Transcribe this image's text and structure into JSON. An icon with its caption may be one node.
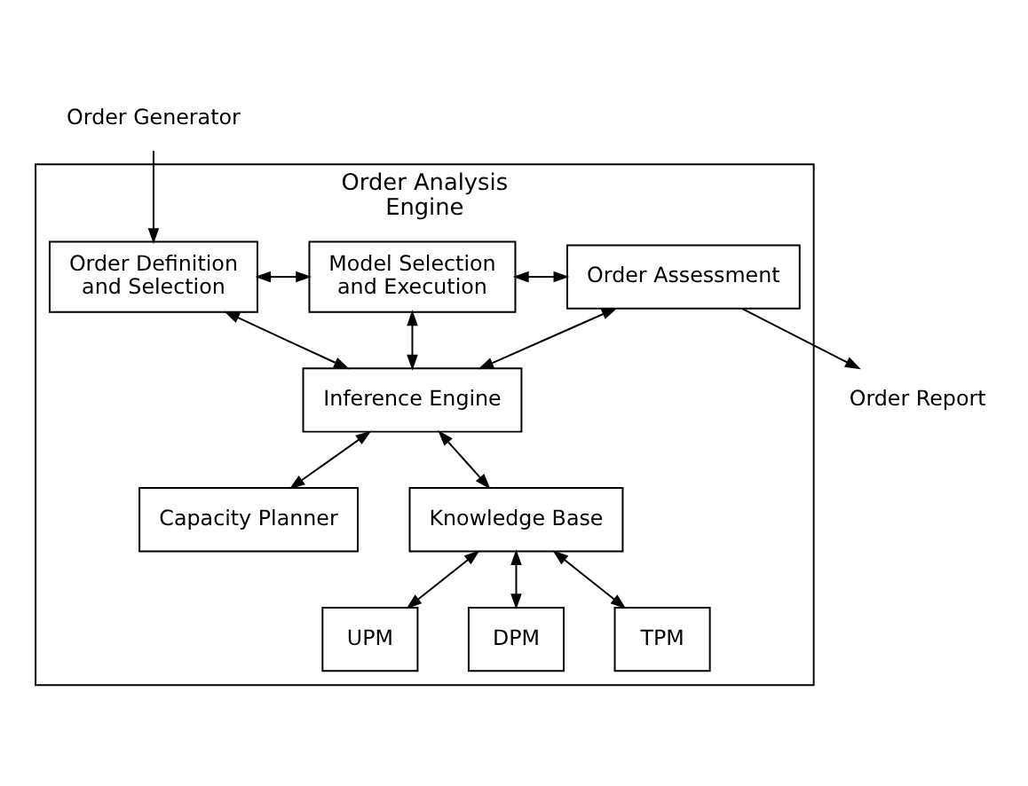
{
  "diagram": {
    "nodes": [
      {
        "text": [
          "Order Generator"
        ]
      },
      {
        "text": [
          "Order Analysis Engine"
        ]
      },
      {
        "text": [
          "Order Definition and Selection"
        ],
        "in": 1
      },
      {
        "text": [
          "Model Selection and Execution"
        ],
        "in": 1
      },
      {
        "text": [
          "Order Assessment"
        ],
        "in": 1
      },
      {
        "text": [
          "Inference Engine"
        ],
        "in": 1
      },
      {
        "text": [
          "Capacity Planner"
        ],
        "in": 1
      },
      {
        "text": [
          "Knowledge Base"
        ],
        "in": 1
      },
      {
        "text": [
          "UPM"
        ],
        "in": 1
      },
      {
        "text": [
          "DPM"
        ],
        "in": 1
      },
      {
        "text": [
          "TPM"
        ],
        "in": 1
      },
      {
        "text": [
          "Order Report"
        ]
      }
    ],
    "edges": [
      {
        "from": 0,
        "to": 2,
        "arrow": "to"
      },
      {
        "from": 2,
        "to": 3,
        "arrow": "both"
      },
      {
        "from": 3,
        "to": 4,
        "arrow": "both"
      },
      {
        "from": 2,
        "to": 5,
        "arrow": "both"
      },
      {
        "from": 3,
        "to": 5,
        "arrow": "both"
      },
      {
        "from": 4,
        "to": 5,
        "arrow": "both"
      },
      {
        "from": 5,
        "to": 6,
        "arrow": "both"
      },
      {
        "from": 5,
        "to": 7,
        "arrow": "both"
      },
      {
        "from": 7,
        "to": 8,
        "arrow": "both"
      },
      {
        "from": 7,
        "to": 9,
        "arrow": "both"
      },
      {
        "from": 7,
        "to": 10,
        "arrow": "both"
      },
      {
        "from": 4,
        "to": 11,
        "arrow": "to"
      }
    ]
  }
}
